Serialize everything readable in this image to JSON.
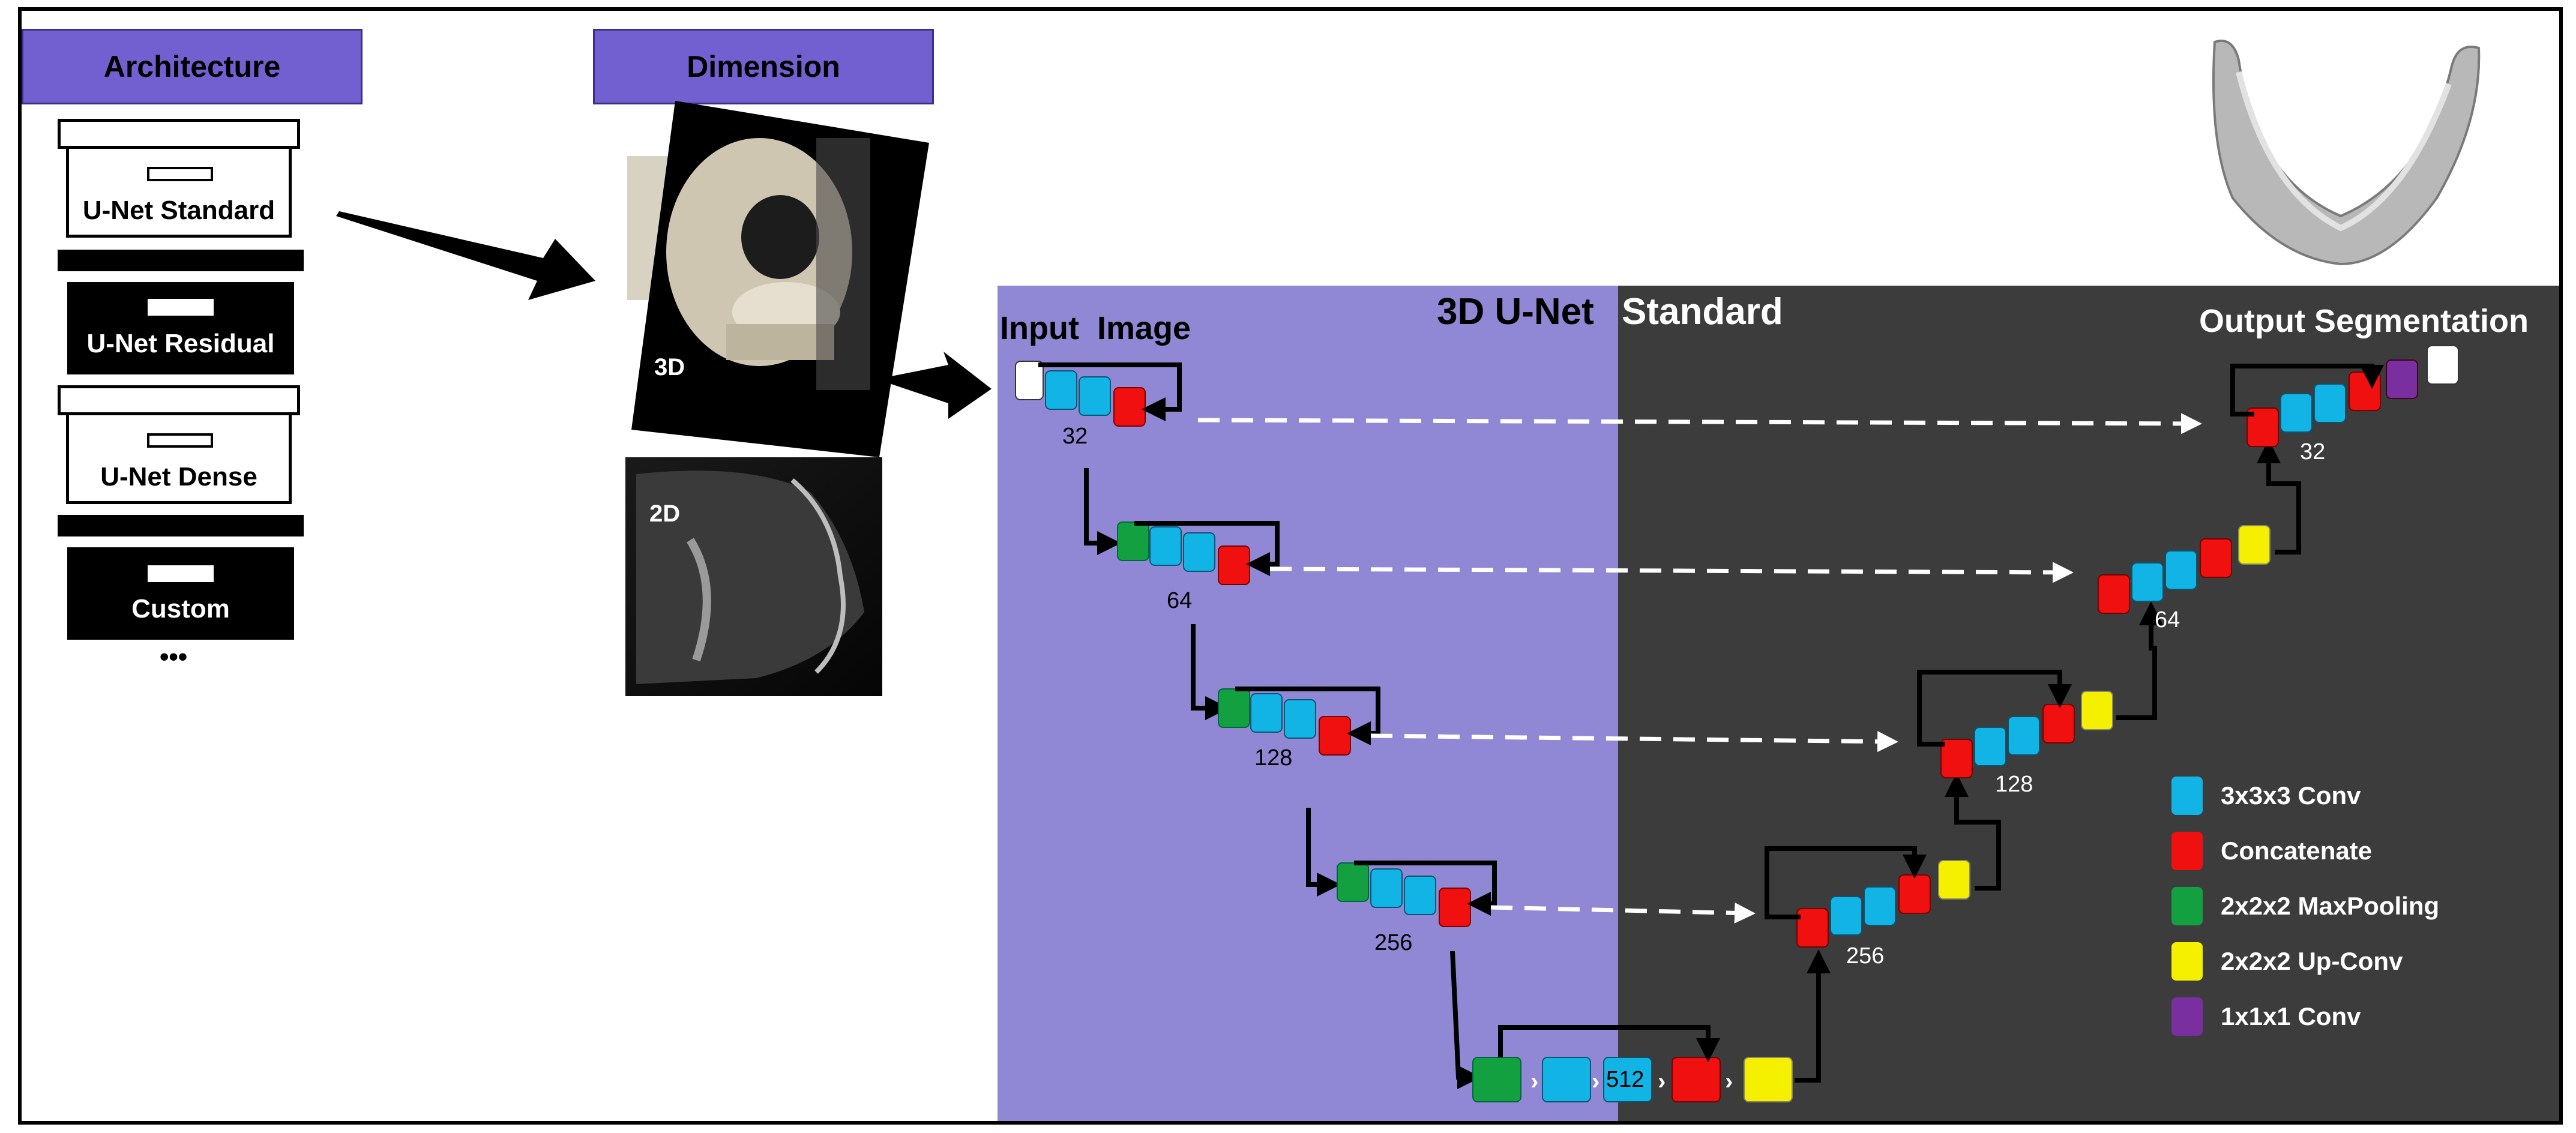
{
  "headers": {
    "architecture": "Architecture",
    "dimension": "Dimension"
  },
  "architecture_options": [
    {
      "label": "U-Net Standard",
      "style": "outlined"
    },
    {
      "label": "U-Net Residual",
      "style": "filled"
    },
    {
      "label": "U-Net Dense",
      "style": "outlined"
    },
    {
      "label": "Custom",
      "style": "filled"
    }
  ],
  "architecture_more": "•••",
  "dimension_options": {
    "three_d": "3D",
    "two_d": "2D"
  },
  "network": {
    "title_left": "3D U-Net",
    "title_right": "Standard",
    "input_label": "Input  Image",
    "output_label": "Output Segmentation",
    "encoder_filters": [
      "32",
      "64",
      "128",
      "256"
    ],
    "bottleneck_filters": "512",
    "decoder_filters": [
      "256",
      "128",
      "64",
      "32"
    ]
  },
  "legend": [
    {
      "label": "3x3x3 Conv",
      "color": "#12b4e6"
    },
    {
      "label": "Concatenate",
      "color": "#f01010"
    },
    {
      "label": "2x2x2 MaxPooling",
      "color": "#12a040"
    },
    {
      "label": "2x2x2 Up-Conv",
      "color": "#f5f000"
    },
    {
      "label": "1x1x1 Conv",
      "color": "#7a2fa0"
    }
  ],
  "colors": {
    "header_bg": "#7360d0",
    "encoder_bg": "#9088d4",
    "decoder_bg": "#3c3c3c",
    "conv": "#12b4e6",
    "concat": "#f01010",
    "maxpool": "#12a040",
    "upconv": "#f5f000",
    "final_conv": "#7a2fa0"
  }
}
